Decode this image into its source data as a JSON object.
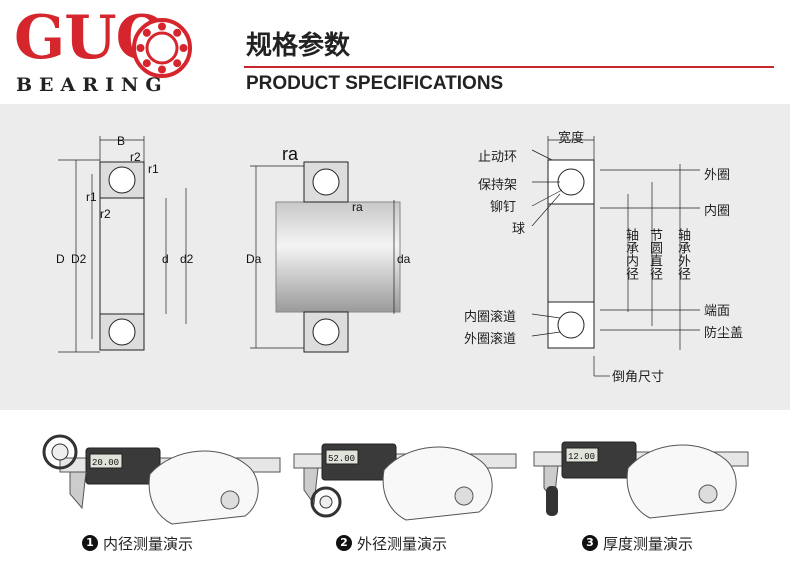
{
  "brand": {
    "logo_text": "GUO",
    "logo_sub": "BEARING",
    "accent_color": "#d6262d"
  },
  "header": {
    "title_cn": "规格参数",
    "title_en": "PRODUCT SPECIFICATIONS"
  },
  "diagram1": {
    "labels": {
      "B": "B",
      "r2_top": "r2",
      "r1_top": "r1",
      "r1_side": "r1",
      "r2_side": "r2",
      "D": "D",
      "D2": "D2",
      "d": "d",
      "d2": "d2"
    }
  },
  "diagram2": {
    "labels": {
      "ra_top": "ra",
      "ra_inner": "ra",
      "Da": "Da",
      "da": "da"
    }
  },
  "diagram3": {
    "top_label": "宽度",
    "left_labels": [
      "止动环",
      "保持架",
      "铆钉",
      "球",
      "内圈滚道",
      "外圈滚道"
    ],
    "right_labels": [
      "外圈",
      "内圈",
      "端面",
      "防尘盖"
    ],
    "vertical_labels": [
      "轴承内径",
      "节圆直径",
      "轴承外径"
    ],
    "bottom_label": "倒角尺寸"
  },
  "demos": [
    {
      "caption": "内径测量演示",
      "number": "1",
      "display": "20.00"
    },
    {
      "caption": "外径测量演示",
      "number": "2",
      "display": "52.00"
    },
    {
      "caption": "厚度测量演示",
      "number": "3",
      "display": "12.00"
    }
  ]
}
